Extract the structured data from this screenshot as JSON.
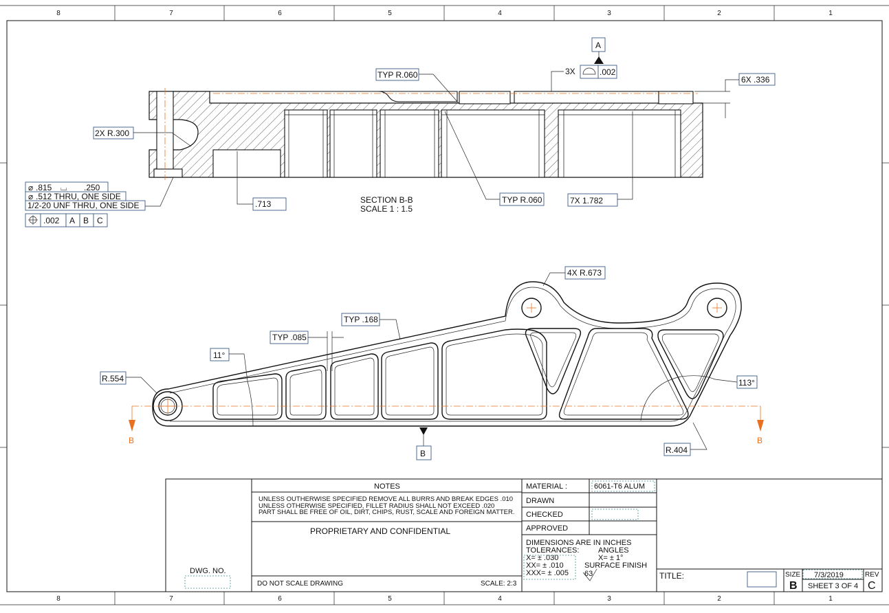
{
  "border": {
    "top_zones": [
      "8",
      "7",
      "6",
      "5",
      "4",
      "3",
      "2",
      "1"
    ],
    "bottom_zones": [
      "8",
      "7",
      "6",
      "5",
      "4",
      "3",
      "2",
      "1"
    ]
  },
  "section_view": {
    "title": "SECTION B-B",
    "scale": "SCALE 1 : 1.5",
    "callouts": {
      "typ_r060_top": "TYP R.060",
      "typ_r060_bottom": "TYP R.060",
      "r300": "2X R.300",
      "dim_713": ".713",
      "dim_1782": "7X 1.782",
      "dim_336": "6X .336",
      "profile_count": "3X",
      "profile_tol": ".002",
      "datum_a": "A"
    },
    "hole_callout": {
      "line1_dia": ".815",
      "line1_depth": ".250",
      "line2": ".512 THRU, ONE SIDE",
      "line3": "1/2-20 UNF THRU, ONE SIDE",
      "fcf_tol": ".002",
      "fcf_datums": [
        "A",
        "B",
        "C"
      ]
    }
  },
  "plan_view": {
    "callouts": {
      "r673": "4X R.673",
      "typ168": "TYP .168",
      "typ085": "TYP .085",
      "angle11": "11°",
      "r554": "R.554",
      "angle113": "113°",
      "r404": "R.404",
      "datum_b": "B",
      "section_left": "B",
      "section_right": "B"
    }
  },
  "title_block": {
    "notes_title": "NOTES",
    "notes": [
      "UNLESS OUTHERWISE SPECIFIED REMOVE ALL BURRS AND BREAK EDGES .010",
      "UNLESS OTHERWISE SPECIFIED, FILLET RADIUS SHALL NOT EXCEED .020",
      "PART SHALL BE FREE OF OIL, DIRT, CHIPS, RUST, SCALE AND FOREIGN MATTER."
    ],
    "proprietary": "PROPRIETARY AND CONFIDENTIAL",
    "dwg_no_label": "DWG. NO.",
    "do_not_scale": "DO NOT SCALE DRAWING",
    "scale": "SCALE: 2:3",
    "material_label": "MATERIAL :",
    "material_value": "6061-T6 ALUM",
    "drawn": "DRAWN",
    "checked": "CHECKED",
    "approved": "APPROVED",
    "dims_line1": "DIMENSIONS ARE IN INCHES",
    "tolerances": "TOLERANCES:",
    "angles": "ANGLES",
    "tol_x": "X= ± .030",
    "tol_xx": "XX= ± .010",
    "tol_xxx": "XXX= ± .005",
    "tol_angle": "X= ± 1°",
    "surface_finish": "SURFACE FINISH",
    "surface_value": "63",
    "title_label": "TITLE:",
    "size_label": "SIZE",
    "size_value": "B",
    "date": "7/3/2019",
    "sheet": "SHEET 3 OF 4",
    "rev_label": "REV",
    "rev_value": "C"
  }
}
